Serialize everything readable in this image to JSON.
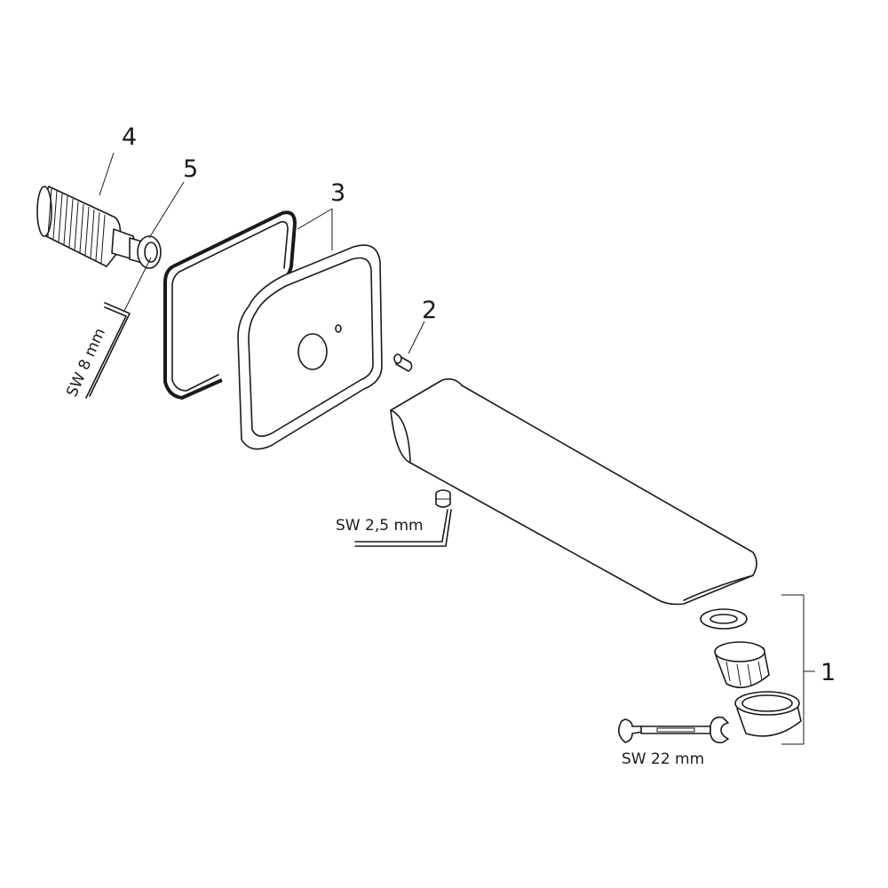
{
  "callouts": {
    "part_1": "1",
    "part_2": "2",
    "part_3": "3",
    "part_4": "4",
    "part_5": "5"
  },
  "tools": {
    "hex_key_large": "SW 8 mm",
    "hex_key_small": "SW 2,5 mm",
    "wrench": "SW 22 mm"
  },
  "colors": {
    "line": "#1a1a1a",
    "background": "#ffffff"
  }
}
